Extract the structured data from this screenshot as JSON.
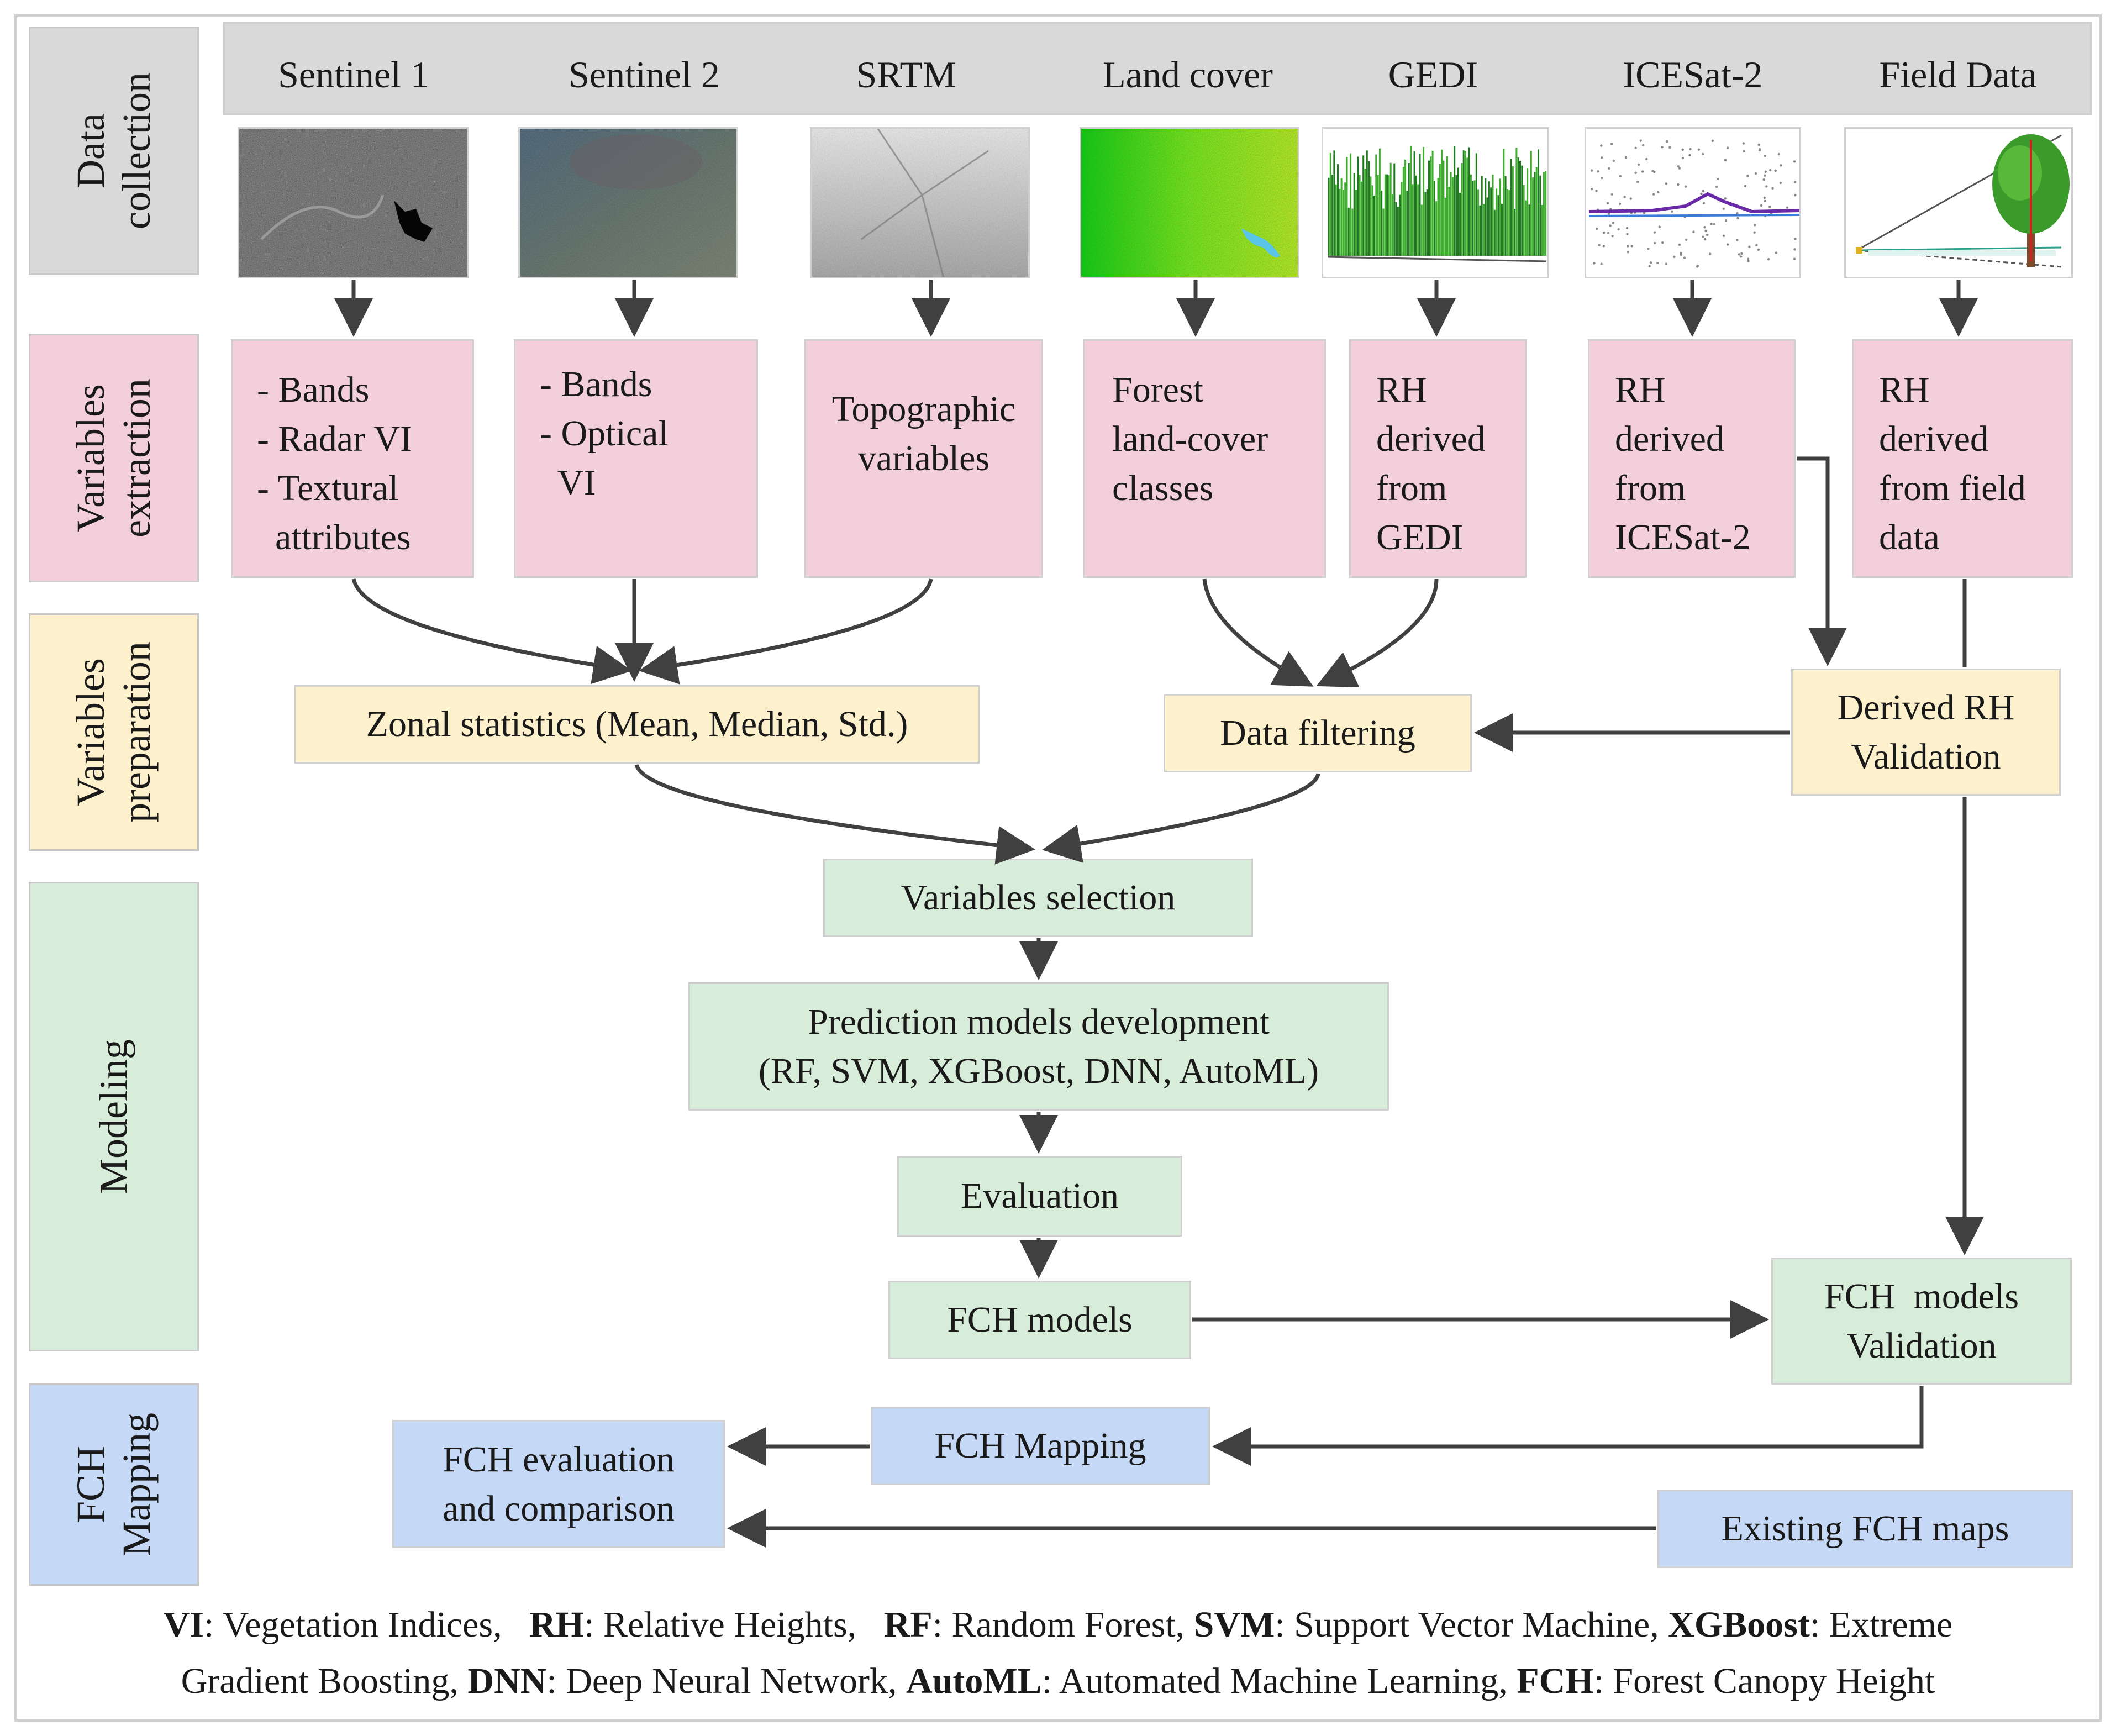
{
  "sections": {
    "data_collection": "Data\ncollection",
    "variables_extraction": "Variables\nextraction",
    "variables_preparation": "Variables\npreparation",
    "modeling": "Modeling",
    "fch_mapping": "FCH\nMapping"
  },
  "sources": [
    "Sentinel 1",
    "Sentinel 2",
    "SRTM",
    "Land cover",
    "GEDI",
    "ICESat-2",
    "Field Data"
  ],
  "extraction": {
    "s1": [
      "- Bands",
      "- Radar VI",
      "- Textural",
      "  attributes"
    ],
    "s2": [
      "- Bands",
      "- Optical",
      "  VI"
    ],
    "srtm": [
      "Topographic",
      "variables"
    ],
    "landcover": [
      "Forest",
      "land-cover",
      "classes"
    ],
    "gedi": [
      "RH",
      "derived",
      "from",
      "GEDI"
    ],
    "icesat": [
      "RH",
      "derived",
      "from",
      "ICESat-2"
    ],
    "field": [
      "RH",
      "derived",
      "from field",
      "data"
    ]
  },
  "preparation": {
    "zonal": "Zonal statistics (Mean, Median, Std.)",
    "filtering": "Data filtering",
    "validation": [
      "Derived RH",
      "Validation"
    ]
  },
  "modeling": {
    "selection": "Variables selection",
    "prediction": [
      "Prediction models development",
      "(RF, SVM, XGBoost, DNN, AutoML)"
    ],
    "evaluation": "Evaluation",
    "models": "FCH models",
    "models_validation": [
      "FCH  models",
      "Validation"
    ]
  },
  "mapping": {
    "fch_mapping": "FCH Mapping",
    "evaluation_comparison": [
      "FCH evaluation",
      "and comparison"
    ],
    "existing": "Existing FCH maps"
  },
  "legend": {
    "line1": [
      {
        "term": "VI",
        "def": ": Vegetation Indices,   "
      },
      {
        "term": "RH",
        "def": ": Relative Heights,   "
      },
      {
        "term": "RF",
        "def": ": Random Forest, "
      },
      {
        "term": "SVM",
        "def": ": Support Vector Machine, "
      },
      {
        "term": "XGBoost",
        "def": ": Extreme"
      }
    ],
    "line2": [
      {
        "term": "",
        "def": "Gradient Boosting, "
      },
      {
        "term": "DNN",
        "def": ": Deep Neural Network, "
      },
      {
        "term": "AutoML",
        "def": ": Automated Machine Learning, "
      },
      {
        "term": "FCH",
        "def": ": Forest Canopy Height"
      }
    ]
  },
  "colors": {
    "pink": "#f2cfda",
    "yellow": "#fdf0cc",
    "green": "#d7ecd9",
    "blue": "#c5d9f7",
    "gray": "#d9d9d9",
    "arrow": "#404040"
  },
  "images": [
    "sentinel1-sar-image",
    "sentinel2-optical-image",
    "srtm-dem-image",
    "landcover-map-image",
    "gedi-waveform-image",
    "icesat2-photon-image",
    "field-tree-diagram-image"
  ]
}
